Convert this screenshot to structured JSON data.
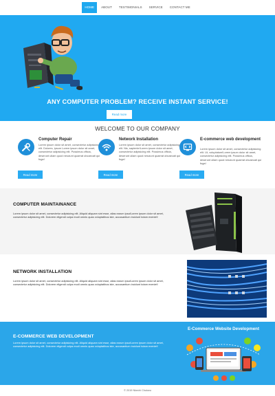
{
  "nav": {
    "items": [
      "HOME",
      "ABOUT",
      "TESTIMONIALS",
      "SERVICE",
      "CONTACT ME"
    ]
  },
  "hero": {
    "title": "ANY COMPUTER PROBLEM? RECEIVE INSTANT SERVICE!",
    "button": "Read more"
  },
  "welcome": {
    "title": "WELCOME TO OUR COMPANY"
  },
  "features": [
    {
      "icon": "wrench-screwdriver-icon",
      "title": "Computer Repair",
      "text": "Lorem ipsum dolor sit amet, consectetur adipisicing elit. Dolores, ipsum Lorem ipsum dolor sit amet, consectetur adipisicing elit. Possimus officia, deserunt ullam quod nesciunt quaerat obcaecati qui fuga!",
      "button": "Read more"
    },
    {
      "icon": "wifi-icon",
      "title": "Network Installation",
      "text": "Lorem ipsum dolor sit amet, consectetur adipisicing elit. Nis, sapiente!Lorem ipsum dolor sit amet, consectetur adipisicing elit. Possimus officia, deserunt ullam quod nesciunt quaerat obcaecati qui fuga!",
      "button": "Read more"
    },
    {
      "icon": "code-monitor-icon",
      "title": "E-commerce web development",
      "text": "Lorem ipsum dolor sit amet, consectetur adipisicing elit. Ut, voluptatum!Lorem ipsum dolor sit amet, consectetur adipisicing elit. Possimus officia, deserunt ullam quod nesciunt quaerat obcaecati qui fuga!",
      "button": "Read more"
    }
  ],
  "sections": [
    {
      "title": "COMPUTER MAINTAINANCE",
      "text": "Lorem ipsum dolor sit amet, consectetur adipisicing elit. Aliquid aliquam sint esse, alias earum ipsa!Lorem ipsum dolor sit amet, consectetur adipisicing elit. Dolorem eligendi culpa modi omnis quas voluptatibus iste, accusantium incidunt totam eveniet!"
    },
    {
      "title": "NETWORK INSTALLATION",
      "text": "Lorem ipsum dolor sit amet, consectetur adipisicing elit. Aliquid aliquam sint esse, alias earum ipsa!Lorem ipsum dolor sit amet, consectetur adipisicing elit. Dolorem eligendi culpa modi omnis quas voluptatibus iste, accusantium incidunt totam eveniet!"
    },
    {
      "title": "E-COMMERCE WEB DEVELOPMENT",
      "text": "Lorem ipsum dolor sit amet, consectetur adipisicing elit. Aliquid aliquam sint esse, alias earum ipsa!Lorem ipsum dolor sit amet, consectetur adipisicing elit. Dolorem eligendi culpa modi omnis quas voluptatibus iste, accusantium incidunt totam eveniet!",
      "image_caption": "E-Commerce Website Development"
    }
  ],
  "footer": {
    "text": "© 2019 Nkechi Chukwu"
  },
  "colors": {
    "primary_blue": "#20a9f1",
    "button_blue": "#29abf2",
    "section_blue": "#2ba6e9"
  }
}
